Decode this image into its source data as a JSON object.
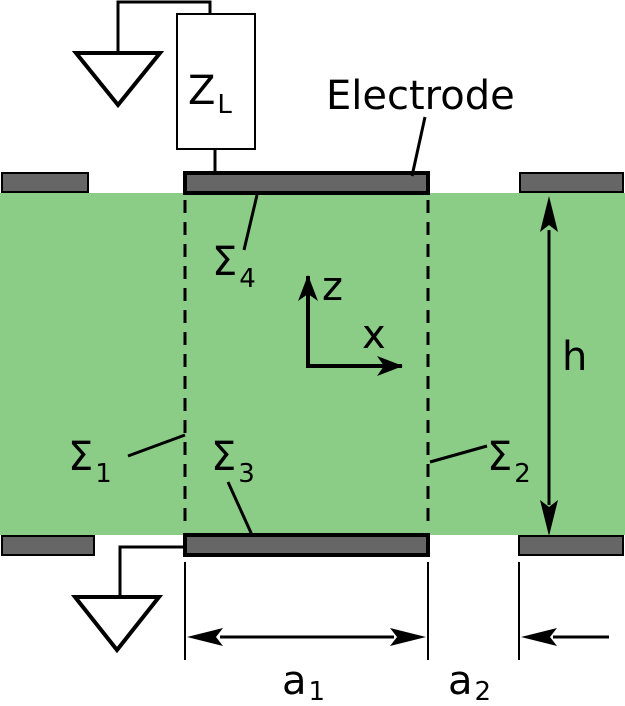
{
  "colors": {
    "slab": "#8bcd86",
    "electrode_fill": "#666666",
    "electrode_stroke": "#000000",
    "line": "#000000",
    "background": "#ffffff"
  },
  "labels": {
    "electrode": "Electrode",
    "impedance_main": "Z",
    "impedance_sub": "L",
    "sigma": "Σ",
    "sigma1_sub": "1",
    "sigma2_sub": "2",
    "sigma3_sub": "3",
    "sigma4_sub": "4",
    "axis_z": "z",
    "axis_x": "x",
    "height": "h",
    "a_main": "a",
    "a1_sub": "1",
    "a2_sub": "2"
  },
  "icons": {
    "ground_top": "ground-symbol",
    "ground_bottom": "ground-symbol"
  }
}
